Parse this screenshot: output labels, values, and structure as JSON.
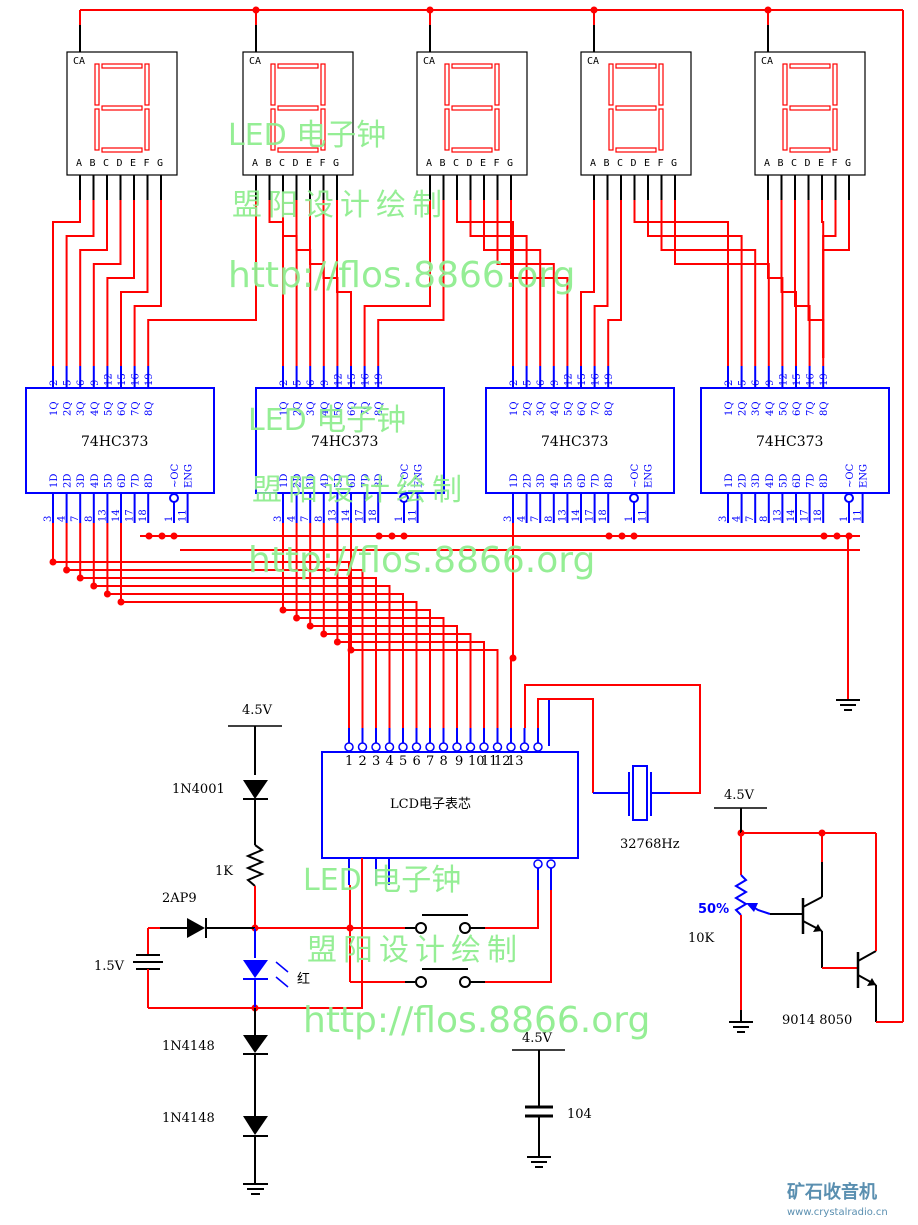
{
  "title": "LED 电子钟",
  "colors": {
    "wire": "#ff0000",
    "component": "#0000ff",
    "lead": "#000000",
    "watermark": "#90ee90",
    "segment": "#ff0000"
  },
  "displays": [
    {
      "common_label": "CA",
      "segments": [
        "A",
        "B",
        "C",
        "D",
        "E",
        "F",
        "G"
      ]
    },
    {
      "common_label": "CA",
      "segments": [
        "A",
        "B",
        "C",
        "D",
        "E",
        "F",
        "G"
      ]
    },
    {
      "common_label": "CA",
      "segments": [
        "A",
        "B",
        "C",
        "D",
        "E",
        "F",
        "G"
      ]
    },
    {
      "common_label": "CA",
      "segments": [
        "A",
        "B",
        "C",
        "D",
        "E",
        "F",
        "G"
      ]
    },
    {
      "common_label": "CA",
      "segments": [
        "A",
        "B",
        "C",
        "D",
        "E",
        "F",
        "G"
      ]
    }
  ],
  "latch": {
    "part": "74HC373",
    "count": 4,
    "q_names": [
      "1Q",
      "2Q",
      "3Q",
      "4Q",
      "5Q",
      "6Q",
      "7Q",
      "8Q"
    ],
    "q_pins": [
      "2",
      "5",
      "6",
      "9",
      "12",
      "15",
      "16",
      "19"
    ],
    "d_names": [
      "1D",
      "2D",
      "3D",
      "4D",
      "5D",
      "6D",
      "7D",
      "8D"
    ],
    "d_pins": [
      "3",
      "4",
      "7",
      "8",
      "13",
      "14",
      "17",
      "18"
    ],
    "ctrl_names": [
      "~OC",
      "ENG"
    ],
    "ctrl_pins": [
      "1",
      "11"
    ]
  },
  "lcd_module": {
    "label": "LCD电子表芯",
    "pin_labels": [
      "1",
      "2",
      "3",
      "4",
      "5",
      "6",
      "7",
      "8",
      "9",
      "10",
      "11",
      "12",
      "13"
    ]
  },
  "crystal": {
    "label": "32768Hz"
  },
  "power_left": {
    "supply": "4.5V",
    "diode1": "1N4001",
    "resistor": "1K",
    "diode2": "2AP9",
    "battery": "1.5V",
    "led_color": "红",
    "diode3": "1N4148",
    "diode4": "1N4148"
  },
  "decoupling": {
    "supply": "4.5V",
    "capacitor": "104"
  },
  "driver": {
    "supply": "4.5V",
    "pot_setting": "50%",
    "pot_value": "10K",
    "transistors": "9014  8050"
  },
  "watermark": {
    "line1": "LED 电子钟",
    "line2": "盟阳设计绘制",
    "line3": "http://flos.8866.org"
  },
  "brand": {
    "name": "矿石收音机",
    "url": "www.crystalradio.cn"
  }
}
